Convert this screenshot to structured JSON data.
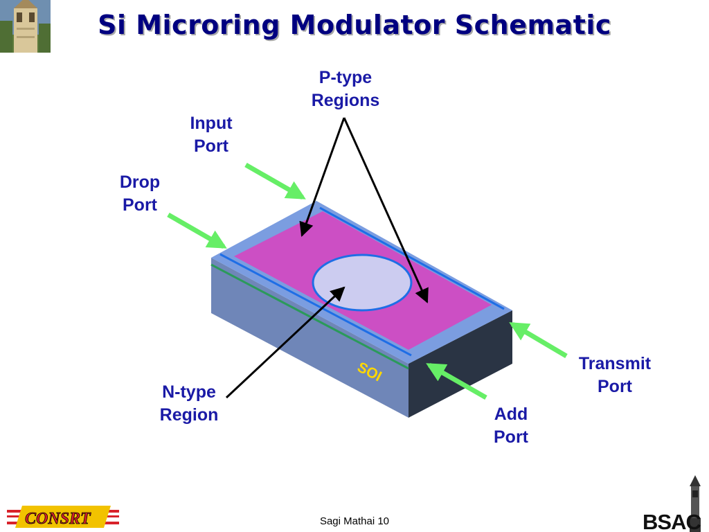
{
  "slide": {
    "title": "Si Microring Modulator Schematic",
    "footer": "Sagi Mathai 10"
  },
  "diagram": {
    "labels": {
      "p_type": "P-type\nRegions",
      "input_port": "Input\nPort",
      "drop_port": "Drop\nPort",
      "transmit_port": "Transmit\nPort",
      "add_port": "Add\nPort",
      "n_type": "N-type\nRegion",
      "soi": "SOI"
    },
    "colors": {
      "label_text": "#1a1aa6",
      "soi_text": "#ffd700",
      "port_arrow": "#66ee66",
      "pointer_arrow": "#000000",
      "p_region": "#cc4fc4",
      "n_region": "#ccccf0",
      "cladding_top": "#7b9de0",
      "chip_front": "#6f86b8",
      "chip_side": "#2a3444"
    }
  },
  "logos": {
    "left": "CONSRT",
    "right": "BSAC"
  }
}
